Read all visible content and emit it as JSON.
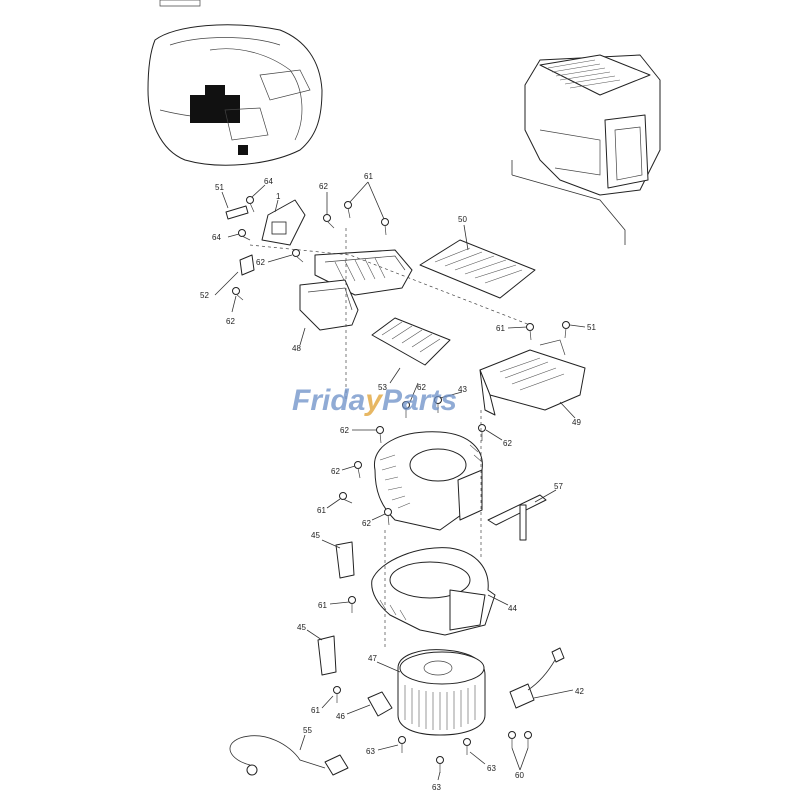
{
  "watermark": {
    "part1": "Frida",
    "part2": "y",
    "part3": "Parts"
  },
  "callouts": {
    "c51a": "51",
    "c64a": "64",
    "c1": "1",
    "c64b": "64",
    "c52": "52",
    "c62a": "62",
    "c62b": "62",
    "c62c": "62",
    "c61a": "61",
    "c50": "50",
    "c48": "48",
    "c61b": "61",
    "c51b": "51",
    "c53": "53",
    "c62d": "62",
    "c43": "43",
    "c49": "49",
    "c62e": "62",
    "c62f": "62",
    "c62g": "62",
    "c61c": "61",
    "c62h": "62",
    "c57": "57",
    "c45a": "45",
    "c44": "44",
    "c61d": "61",
    "c45b": "45",
    "c47": "47",
    "c42": "42",
    "c61e": "61",
    "c46": "46",
    "c55": "55",
    "c63a": "63",
    "c63b": "63",
    "c63c": "63",
    "c60": "60"
  },
  "colors": {
    "line": "#222222",
    "watermark_blue": "#6b8fc7",
    "watermark_orange": "#e0a030"
  }
}
